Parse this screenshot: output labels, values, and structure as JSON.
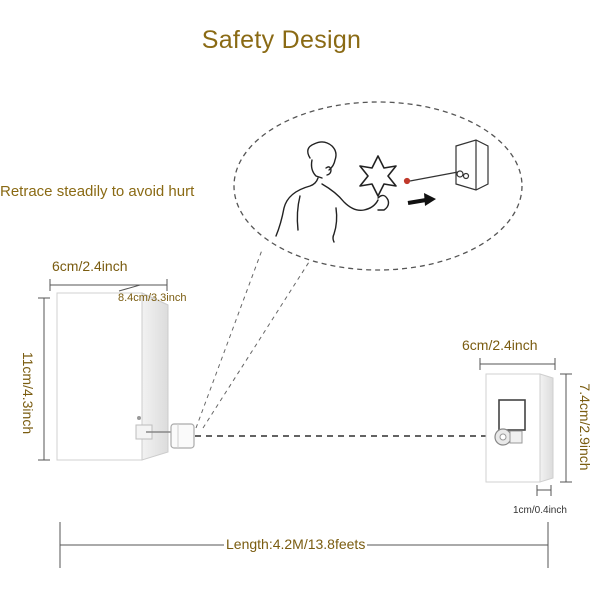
{
  "title": "Safety Design",
  "note": "Retrace steadily to avoid hurt",
  "dimensions": {
    "main_width": "6cm/2.4inch",
    "main_depth": "8.4cm/3.3inch",
    "main_height": "11cm/4.3inch",
    "plate_width": "6cm/2.4inch",
    "plate_height": "7.4cm/2.9inch",
    "plate_depth": "1cm/0.4inch",
    "cord_length": "Length:4.2M/13.8feets"
  },
  "colors": {
    "title": "#8a6a14",
    "label": "#7a5c10",
    "line": "#555555",
    "device": "#ffffff"
  }
}
